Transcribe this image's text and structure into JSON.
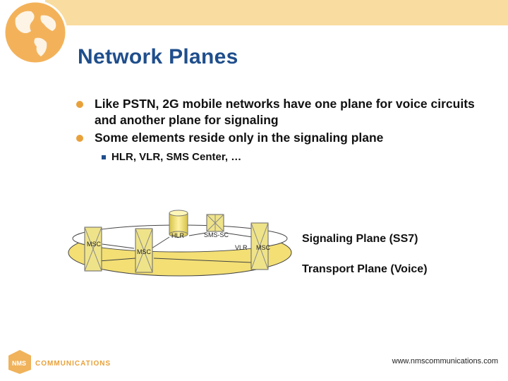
{
  "slide": {
    "title": "Network Planes",
    "bullets": [
      "Like PSTN, 2G mobile networks have one plane for voice circuits and another plane for signaling",
      "Some elements reside only in the signaling plane"
    ],
    "sub_bullets": [
      "HLR, VLR, SMS Center, …"
    ]
  },
  "diagram": {
    "nodes": {
      "msc_left": "MSC",
      "msc_center": "MSC",
      "hlr": "HLR",
      "sms_sc": "SMS-SC",
      "vlr": "VLR",
      "msc_right": "MSC"
    },
    "plane_labels": {
      "signaling": "Signaling Plane (SS7)",
      "transport": "Transport Plane (Voice)"
    }
  },
  "footer": {
    "company_letters": "NMS",
    "company_word": "COMMUNICATIONS",
    "url": "www.nmscommunications.com"
  },
  "colors": {
    "accent": "#e8a13a",
    "title": "#1f4e8c",
    "plane": "#f3df74",
    "topbar": "#f9dca0"
  }
}
